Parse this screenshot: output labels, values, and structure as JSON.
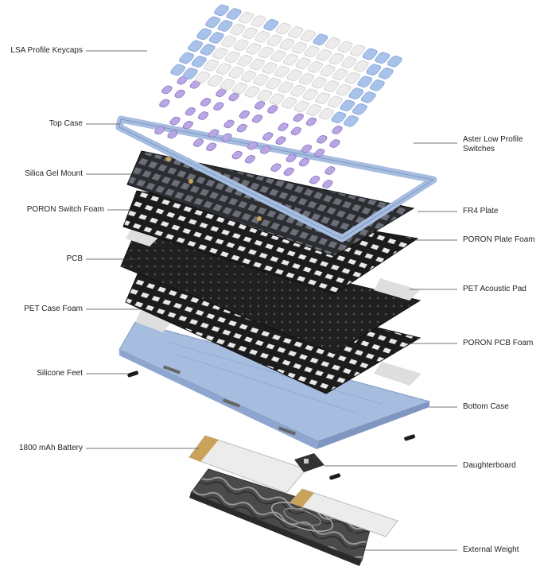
{
  "diagram": {
    "left_labels": [
      {
        "id": "keycaps",
        "text": "LSA Profile Keycaps"
      },
      {
        "id": "top-case",
        "text": "Top Case"
      },
      {
        "id": "silica-gel-mount",
        "text": "Silica Gel Mount"
      },
      {
        "id": "poron-switch-foam",
        "text": "PORON Switch Foam"
      },
      {
        "id": "pcb",
        "text": "PCB"
      },
      {
        "id": "pet-case-foam",
        "text": "PET Case Foam"
      },
      {
        "id": "silicone-feet",
        "text": "Silicone Feet"
      },
      {
        "id": "battery",
        "text": "1800 mAh Battery"
      }
    ],
    "right_labels": [
      {
        "id": "switches",
        "text": "Aster Low Profile\nSwitches"
      },
      {
        "id": "fr4-plate",
        "text": "FR4 Plate"
      },
      {
        "id": "poron-plate-foam",
        "text": "PORON Plate Foam"
      },
      {
        "id": "pet-acoustic-pad",
        "text": "PET Acoustic Pad"
      },
      {
        "id": "poron-pcb-foam",
        "text": "PORON PCB Foam"
      },
      {
        "id": "bottom-case",
        "text": "Bottom Case"
      },
      {
        "id": "daughterboard",
        "text": "Daughterboard"
      },
      {
        "id": "external-weight",
        "text": "External Weight"
      }
    ],
    "colors": {
      "blue_keycap": "#a9c2ea",
      "white_keycap": "#ececec",
      "switch_purple": "#b9a6e3",
      "case_blue": "#a7bde0",
      "foam_black": "#1c1c1c",
      "plate_dark": "#2b2d31",
      "pad_gray": "#dedede",
      "weight_dark": "#555555",
      "battery_gold": "#c9a35a"
    }
  }
}
